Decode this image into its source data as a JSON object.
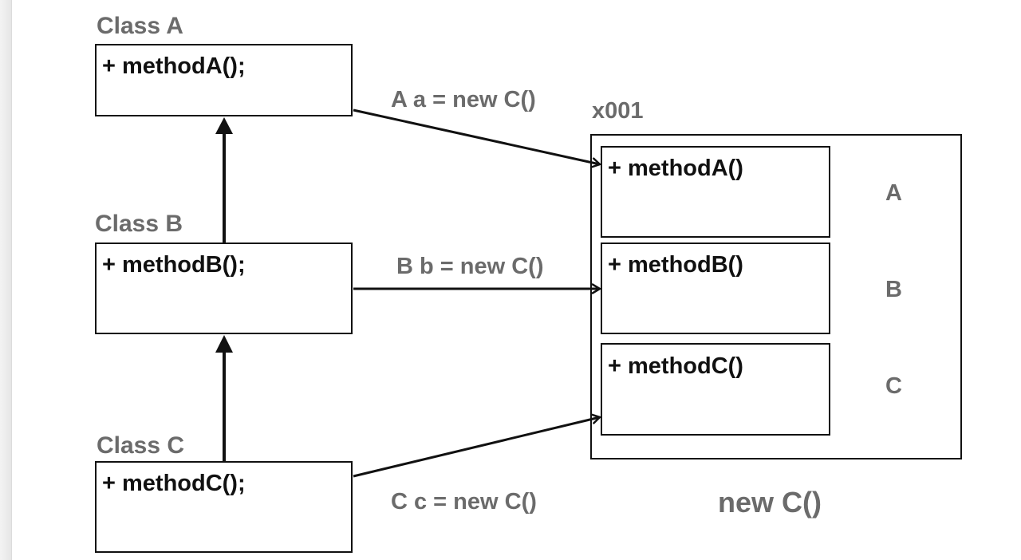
{
  "classes": {
    "a": {
      "title": "Class A",
      "method": "+ methodA();"
    },
    "b": {
      "title": "Class B",
      "method": "+ methodB();"
    },
    "c": {
      "title": "Class C",
      "method": "+ methodC();"
    }
  },
  "assignments": {
    "a": "A a = new C()",
    "b": "B b = new C()",
    "c": "C c = new C()"
  },
  "instance": {
    "address": "x001",
    "caption": "new C()",
    "parts": [
      {
        "method": "+ methodA()",
        "type": "A"
      },
      {
        "method": "+ methodB()",
        "type": "B"
      },
      {
        "method": "+ methodC()",
        "type": "C"
      }
    ]
  },
  "colors": {
    "line": "#111111",
    "muted_text": "#6b6b6b"
  }
}
